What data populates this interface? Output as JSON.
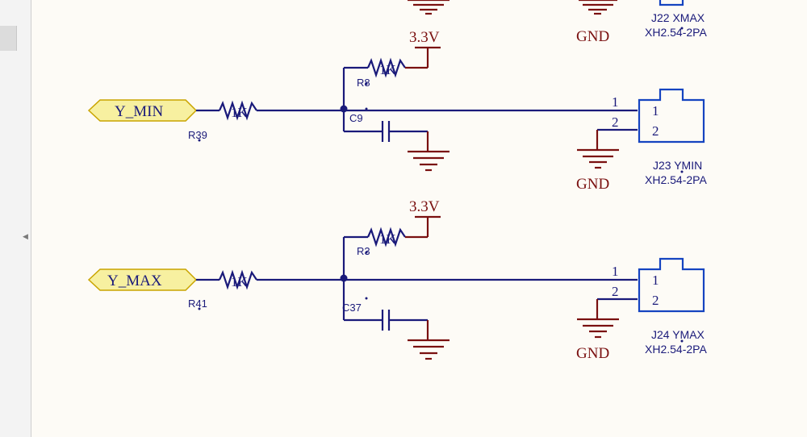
{
  "colors": {
    "wire": "#1a1a7a",
    "component": "#1a1a7a",
    "power": "#7a1010",
    "connector": "#1544c0",
    "portFill": "#f7f0a0",
    "portStroke": "#c9a400",
    "background": "#fdfbf6"
  },
  "panel": {
    "collapse_icon": "left-arrow-icon"
  },
  "power": {
    "gnd": "GND",
    "vcc": "3.3V"
  },
  "ports": {
    "y_min": "Y_MIN",
    "y_max": "Y_MAX"
  },
  "components": {
    "r8": "R8",
    "r39": "R39",
    "c9": "C9",
    "r3": "R3",
    "r41": "R41",
    "c37": "C37",
    "res_value": "1K"
  },
  "connectors": {
    "j22": {
      "name": "J22 XMAX",
      "part": "XH2.54-2PA"
    },
    "j23": {
      "name": "J23 YMIN",
      "part": "XH2.54-2PA",
      "pin1": "1",
      "pin2": "2",
      "ext1": "1",
      "ext2": "2"
    },
    "j24": {
      "name": "J24 YMAX",
      "part": "XH2.54-2PA",
      "pin1": "1",
      "pin2": "2",
      "ext1": "1",
      "ext2": "2"
    }
  }
}
